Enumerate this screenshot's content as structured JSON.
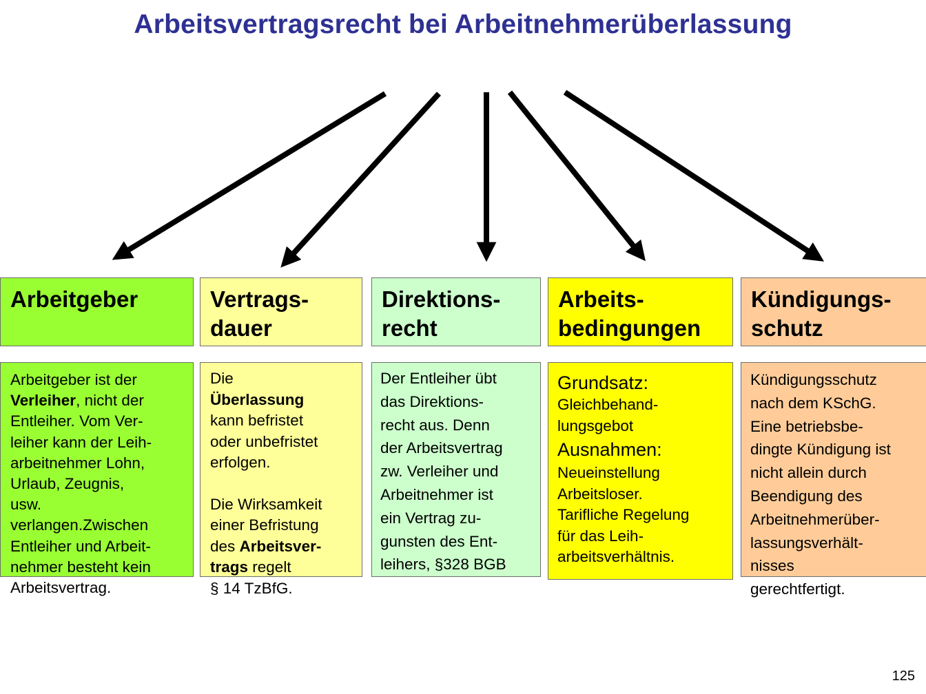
{
  "title": "Arbeitsvertragsrecht bei Arbeitnehmerüberlassung",
  "colors": {
    "title": "#2e3192",
    "arbeitgeber": "#99ff33",
    "vertragsdauer": "#ffff99",
    "direktionsrecht": "#ccffcc",
    "arbeitsbedingungen": "#ffff00",
    "kuendigungsschutz": "#ffcc99"
  },
  "columns": [
    {
      "header_lines": [
        "Arbeitgeber"
      ],
      "body_lines": [
        [
          "Arbeitgeber ist der"
        ],
        [
          "Verleiher",
          ", nicht der"
        ],
        [
          "Entleiher. Vom Ver-"
        ],
        [
          "leiher kann der Leih-"
        ],
        [
          "arbeitnehmer Lohn,"
        ],
        [
          "Urlaub, Zeugnis,"
        ],
        [
          "usw."
        ],
        [
          "verlangen.Zwischen"
        ],
        [
          "Entleiher und Arbeit-"
        ],
        [
          "nehmer besteht kein"
        ],
        [
          "Arbeitsvertrag."
        ]
      ]
    },
    {
      "header_lines": [
        "Vertrags-",
        "dauer"
      ],
      "body_lines": [
        [
          "Die"
        ],
        [
          "Überlassung"
        ],
        [
          "kann befristet"
        ],
        [
          "oder unbefristet"
        ],
        [
          "erfolgen."
        ],
        [
          ""
        ],
        [
          "Die Wirksamkeit"
        ],
        [
          "einer Befristung"
        ],
        [
          "des ",
          "Arbeitsver-"
        ],
        [
          "trags",
          " regelt"
        ],
        [
          "§ 14 TzBfG."
        ]
      ]
    },
    {
      "header_lines": [
        "Direktions-",
        "recht"
      ],
      "body_lines": [
        [
          "Der Entleiher übt"
        ],
        [
          "das Direktions-"
        ],
        [
          "recht  aus. Denn"
        ],
        [
          "der Arbeitsvertrag"
        ],
        [
          "zw. Verleiher und"
        ],
        [
          "Arbeitnehmer ist"
        ],
        [
          "ein Vertrag zu-"
        ],
        [
          "gunsten des Ent-"
        ],
        [
          "leihers, §328 BGB"
        ]
      ]
    },
    {
      "header_lines": [
        "Arbeits-",
        "bedingungen"
      ],
      "body_lines": [
        [
          "Grundsatz:"
        ],
        [
          "Gleichbehand-"
        ],
        [
          "lungsgebot"
        ],
        [
          "Ausnahmen:"
        ],
        [
          "Neueinstellung"
        ],
        [
          "Arbeitsloser."
        ],
        [
          "Tarifliche Regelung"
        ],
        [
          "für das Leih-"
        ],
        [
          "arbeitsverhältnis."
        ]
      ]
    },
    {
      "header_lines": [
        "Kündigungs-",
        "schutz"
      ],
      "body_lines": [
        [
          "Kündigungsschutz"
        ],
        [
          "nach dem KSchG."
        ],
        [
          "Eine betriebsbe-"
        ],
        [
          "dingte Kündigung ist"
        ],
        [
          "nicht allein durch"
        ],
        [
          "Beendigung des"
        ],
        [
          "Arbeitnehmerüber-"
        ],
        [
          "lassungsverhält-"
        ],
        [
          "nisses"
        ],
        [
          "gerechtfertigt."
        ]
      ]
    }
  ],
  "page_number": "125"
}
